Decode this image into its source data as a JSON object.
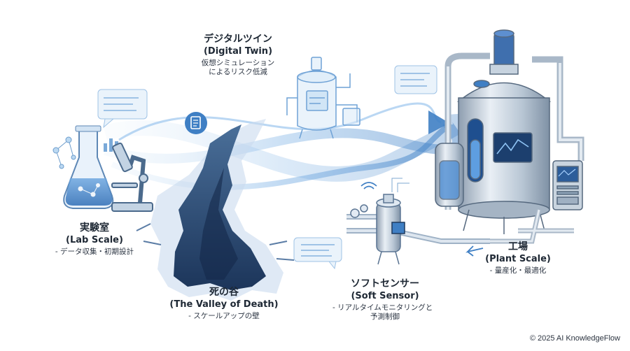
{
  "stages": {
    "lab": {
      "title_jp": "実験室",
      "title_en": "(Lab Scale)",
      "desc": "- データ収集・初期設計"
    },
    "valley": {
      "title_jp": "死の谷",
      "title_en": "(The Valley of Death)",
      "desc": "- スケールアップの壁"
    },
    "twin": {
      "title_jp": "デジタルツイン",
      "title_en": "(Digital Twin)",
      "desc_line1": "仮想シミュレーション",
      "desc_line2": "によるリスク低減"
    },
    "sensor": {
      "title_jp": "ソフトセンサー",
      "title_en": "(Soft Sensor)",
      "desc_line1": "- リアルタイムモニタリングと",
      "desc_line2": "予測制御"
    },
    "plant": {
      "title_jp": "工場",
      "title_en": "(Plant Scale)",
      "desc": "- 量産化・最適化"
    }
  },
  "copyright": "© 2025 AI KnowledgeFlow",
  "colors": {
    "accent_blue": "#3f7fc4",
    "light_blue": "#bcd9f2",
    "steel": "#b7c4d1",
    "dark_navy": "#1e3a5f"
  }
}
